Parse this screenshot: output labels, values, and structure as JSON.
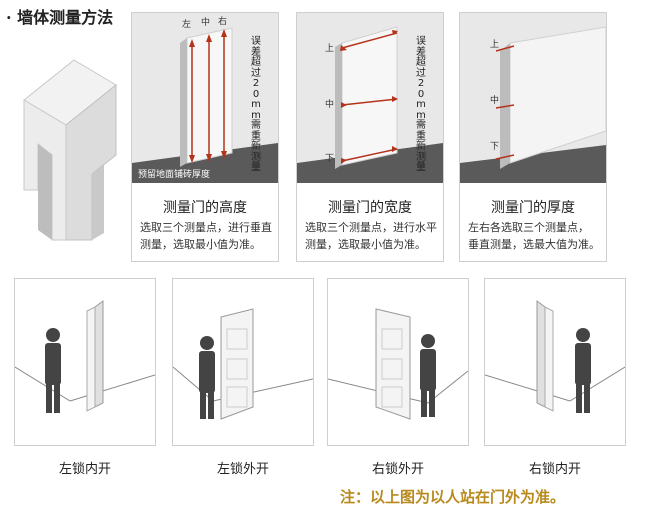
{
  "header": {
    "title": "· 墙体测量方法"
  },
  "measure_cards": [
    {
      "title": "测量门的高度",
      "desc_line1": "选取三个测量点，进行垂直",
      "desc_line2": "测量，选取最小值为准。",
      "point_labels": [
        "左",
        "中",
        "右"
      ],
      "side_note": [
        "误",
        "差",
        "超",
        "过",
        "2",
        "0",
        "m",
        "m",
        "需",
        "重",
        "新",
        "测",
        "量"
      ],
      "floor_note": "预留地面铺砖厚度"
    },
    {
      "title": "测量门的宽度",
      "desc_line1": "选取三个测量点，进行水平",
      "desc_line2": "测量，选取最小值为准。",
      "point_labels": [
        "上",
        "中",
        "下"
      ],
      "side_note": [
        "误",
        "差",
        "超",
        "过",
        "2",
        "0",
        "m",
        "m",
        "需",
        "重",
        "新",
        "测",
        "量"
      ]
    },
    {
      "title": "测量门的厚度",
      "desc_line1": "左右各选取三个测量点，",
      "desc_line2": "垂直测量，选最大值为准。",
      "point_labels": [
        "上",
        "中",
        "下"
      ]
    }
  ],
  "door_types": [
    {
      "label": "左锁内开"
    },
    {
      "label": "左锁外开"
    },
    {
      "label": "右锁外开"
    },
    {
      "label": "右锁内开"
    }
  ],
  "footer": {
    "note": "注：以上图为以人站在门外为准。"
  }
}
